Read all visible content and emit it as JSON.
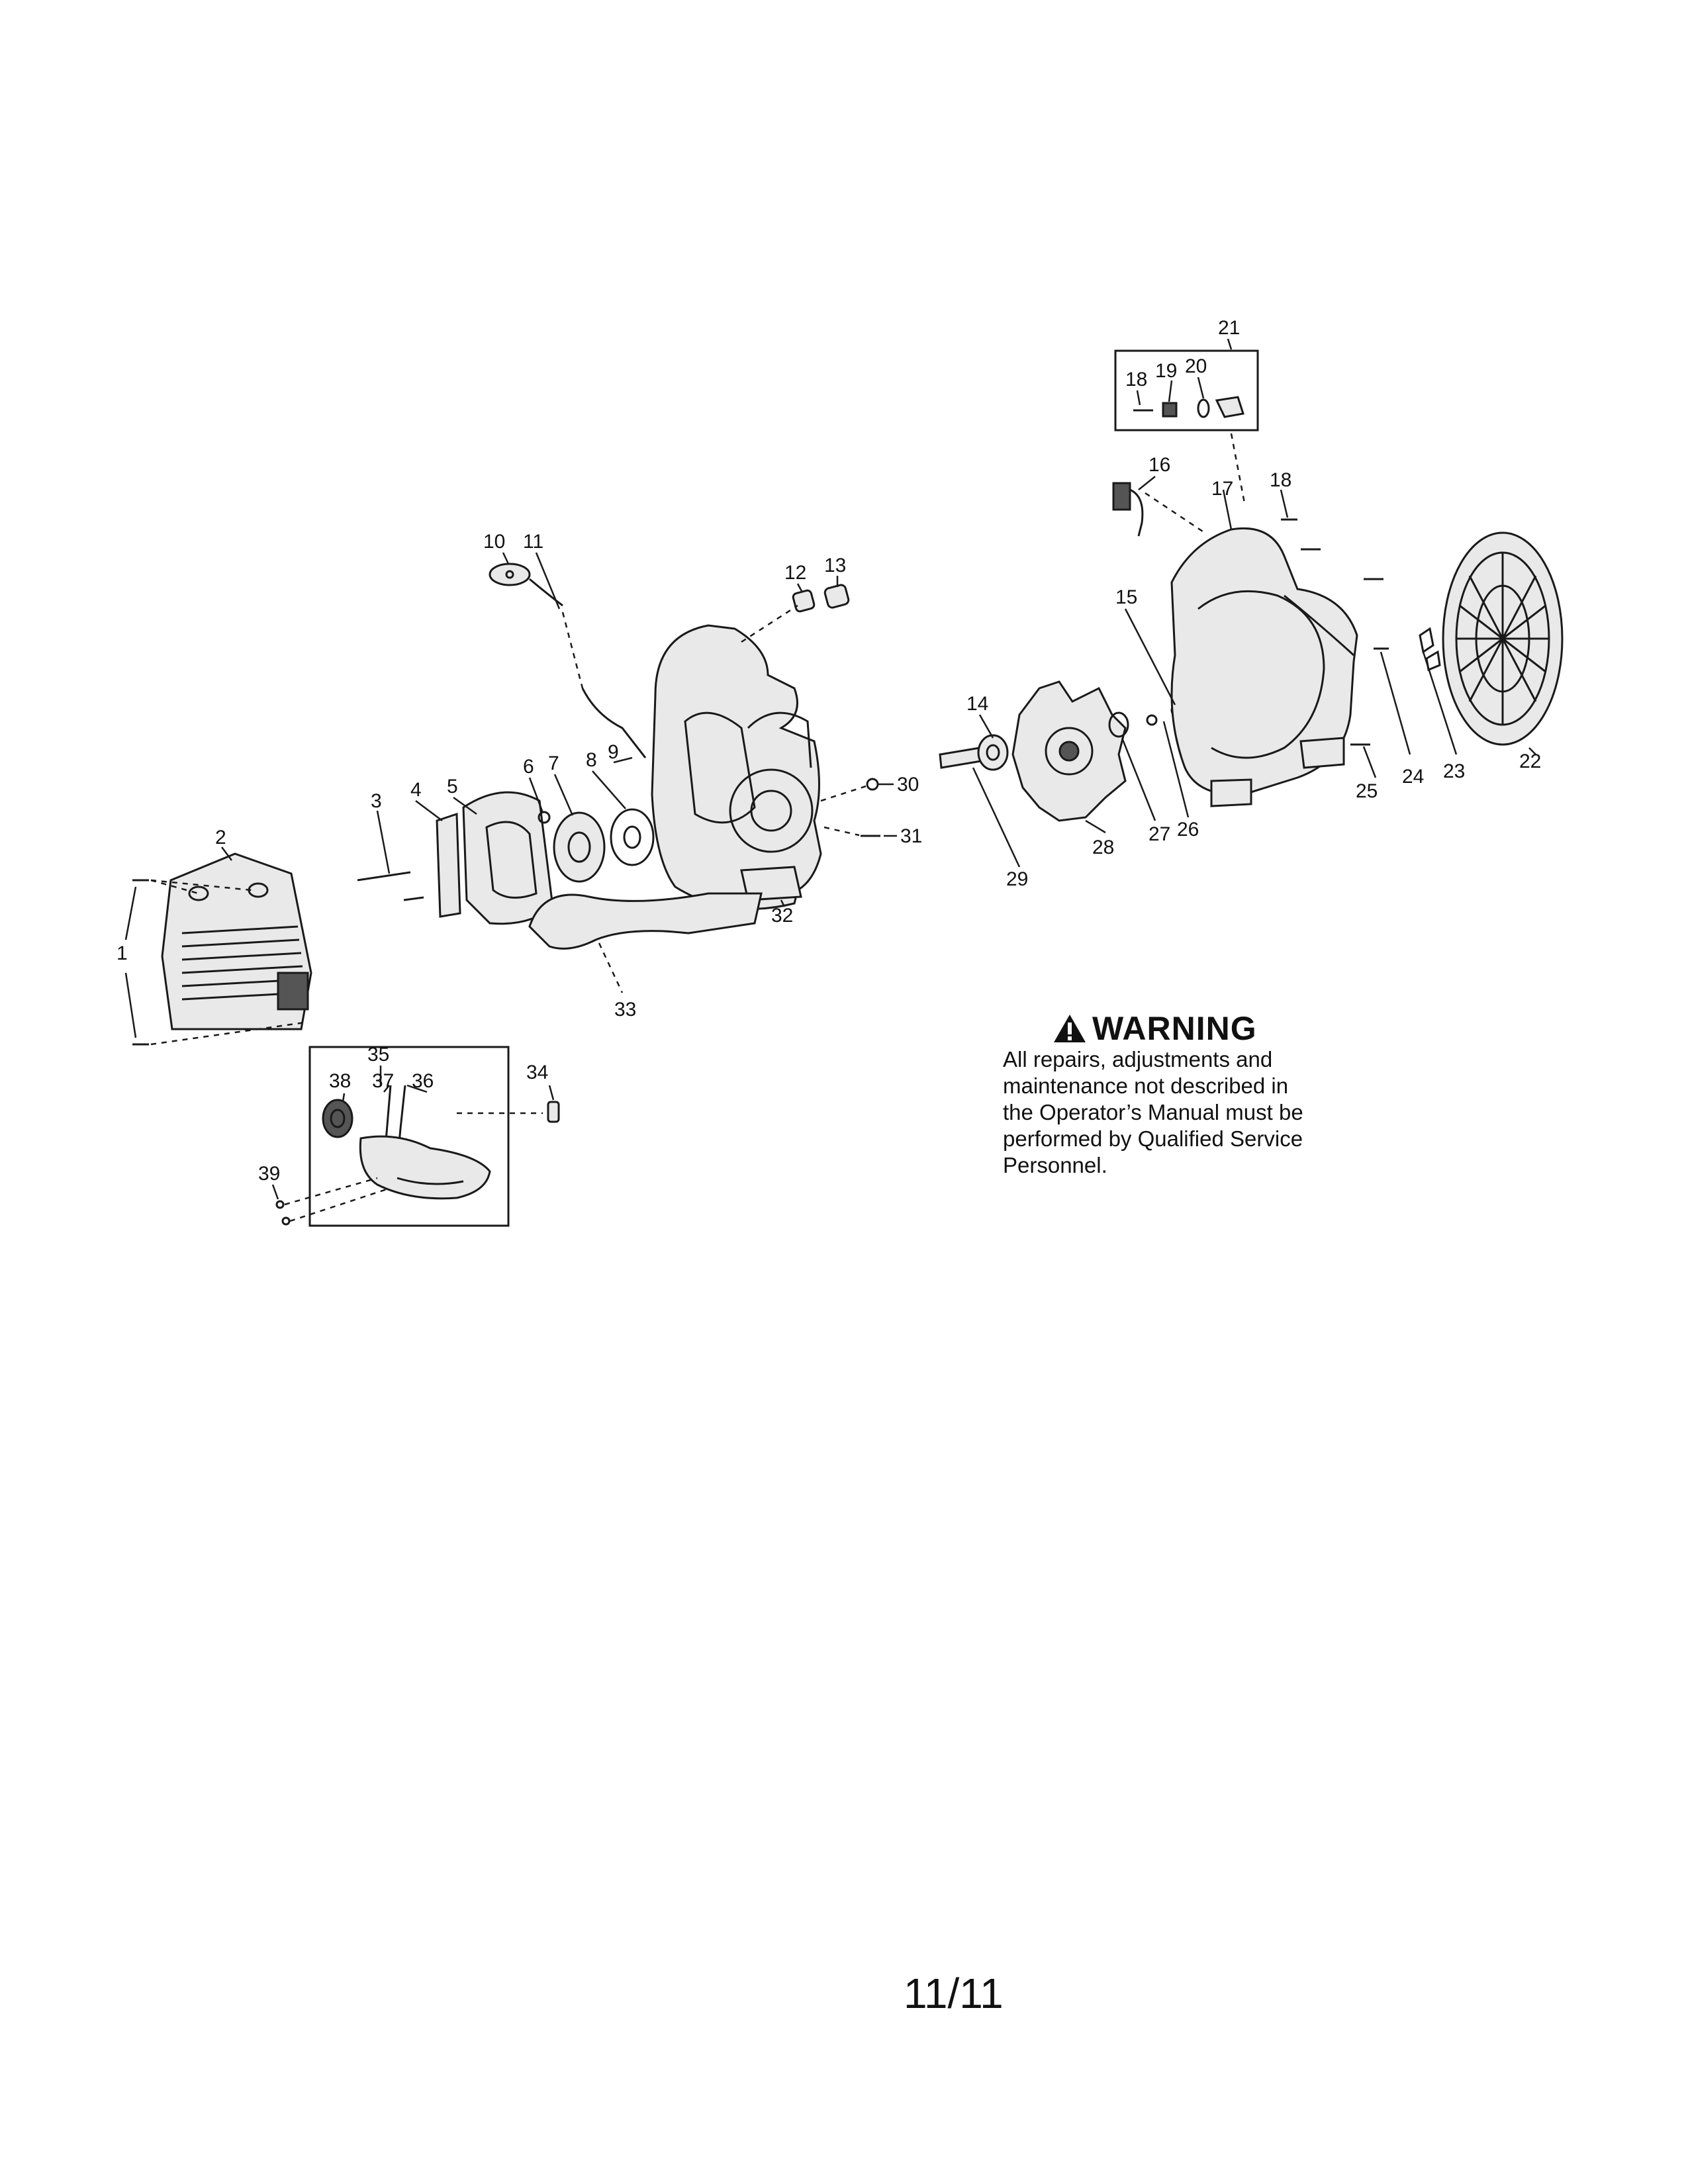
{
  "diagram": {
    "callouts": {
      "c1": "1",
      "c2": "2",
      "c3": "3",
      "c4": "4",
      "c5": "5",
      "c6": "6",
      "c7": "7",
      "c8": "8",
      "c9": "9",
      "c10": "10",
      "c11": "11",
      "c12": "12",
      "c13": "13",
      "c14": "14",
      "c15": "15",
      "c16": "16",
      "c17": "17",
      "c18": "18",
      "c18b": "18",
      "c19": "19",
      "c20": "20",
      "c21": "21",
      "c22": "22",
      "c23": "23",
      "c24": "24",
      "c25": "25",
      "c26": "26",
      "c27": "27",
      "c28": "28",
      "c29": "29",
      "c30": "30",
      "c31": "31",
      "c32": "32",
      "c33": "33",
      "c34": "34",
      "c35": "35",
      "c36": "36",
      "c37": "37",
      "c38": "38",
      "c39": "39"
    }
  },
  "warning": {
    "icon": "warning-triangle-icon",
    "title": "WARNING",
    "lines": [
      "All repairs, adjustments and",
      "maintenance not described in",
      "the Operator’s Manual must be",
      "performed by Qualified Service",
      "Personnel."
    ]
  },
  "page": {
    "number": "11/11"
  }
}
